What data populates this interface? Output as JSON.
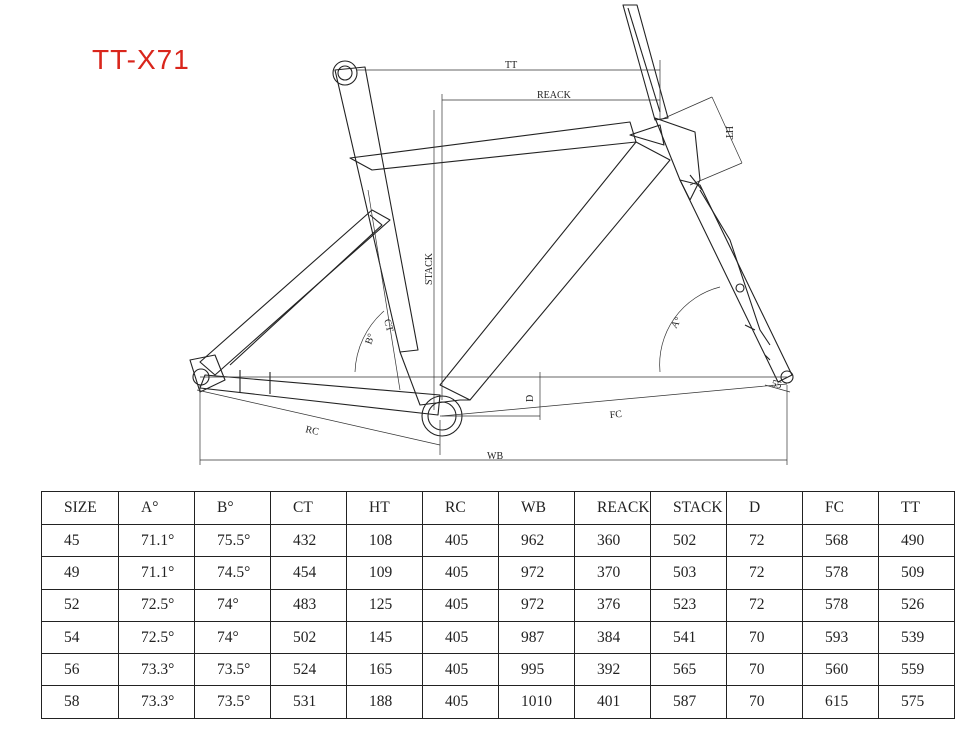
{
  "title": "TT-X71",
  "accent_color": "#d9261c",
  "diagram": {
    "labels": {
      "tt": "TT",
      "reack": "REACK",
      "ht": "HT",
      "stack": "STACK",
      "ct": "CT",
      "a": "A°",
      "b": "B°",
      "d": "D",
      "fc": "FC",
      "rc": "RC",
      "wb": "WB",
      "fork_offset": "55"
    }
  },
  "table": {
    "headers": [
      "SIZE",
      "A°",
      "B°",
      "CT",
      "HT",
      "RC",
      "WB",
      "REACK",
      "STACK",
      "D",
      "FC",
      "TT"
    ],
    "rows": [
      [
        "45",
        "71.1°",
        "75.5°",
        "432",
        "108",
        "405",
        "962",
        "360",
        "502",
        "72",
        "568",
        "490"
      ],
      [
        "49",
        "71.1°",
        "74.5°",
        "454",
        "109",
        "405",
        "972",
        "370",
        "503",
        "72",
        "578",
        "509"
      ],
      [
        "52",
        "72.5°",
        "74°",
        "483",
        "125",
        "405",
        "972",
        "376",
        "523",
        "72",
        "578",
        "526"
      ],
      [
        "54",
        "72.5°",
        "74°",
        "502",
        "145",
        "405",
        "987",
        "384",
        "541",
        "70",
        "593",
        "539"
      ],
      [
        "56",
        "73.3°",
        "73.5°",
        "524",
        "165",
        "405",
        "995",
        "392",
        "565",
        "70",
        "560",
        "559"
      ],
      [
        "58",
        "73.3°",
        "73.5°",
        "531",
        "188",
        "405",
        "1010",
        "401",
        "587",
        "70",
        "615",
        "575"
      ]
    ]
  }
}
